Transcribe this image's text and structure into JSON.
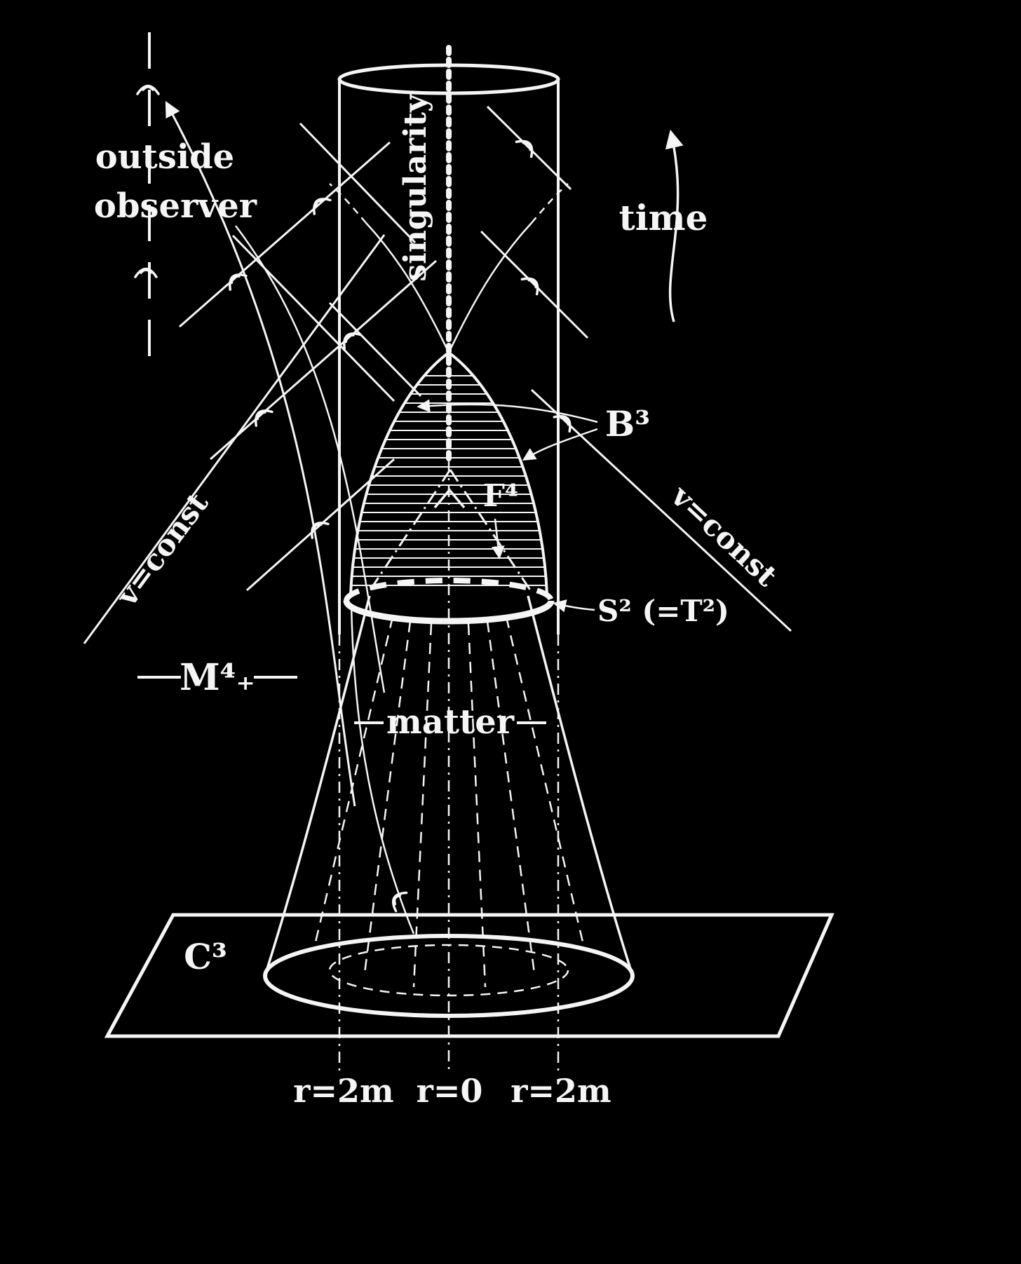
{
  "diagram": {
    "background": "#000000",
    "ink_color": "#f5f5f5",
    "labels": {
      "outside_observer_line1": "outside",
      "outside_observer_line2": "observer",
      "singularity": "singularity",
      "time": "time",
      "b3": "B³",
      "f4": "F⁴",
      "v_const_left": "v=const",
      "v_const_right": "v=const",
      "s2": "S² (=T²)",
      "m4": "M⁴₊",
      "matter": "matter",
      "c3": "C³",
      "r_left": "r=2m",
      "r_center": "r=0",
      "r_right": "r=2m"
    }
  }
}
